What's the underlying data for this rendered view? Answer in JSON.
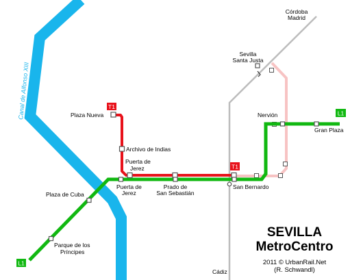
{
  "colors": {
    "canal": "#19b5ec",
    "line_l1": "#11b811",
    "line_t1": "#e8121b",
    "line_t1_planned": "#f7c3c3",
    "rail": "#bcbcbc",
    "station_fill": "#ffffff"
  },
  "canal_label": "Canal de Alfonso XIII",
  "badges": {
    "t1_north": "T1",
    "t1_east": "T1",
    "l1_east": "L1",
    "l1_west": "L1"
  },
  "stations": {
    "plaza_nueva": "Plaza Nueva",
    "archivo_de_indias": "Archivo de Indias",
    "puerta_de_jerez_t1": [
      "Puerta de",
      "Jerez"
    ],
    "puerta_de_jerez_l1": [
      "Puerta de",
      "Jerez"
    ],
    "prado_de_san_sebastian": [
      "Prado de",
      "San Sebastián"
    ],
    "san_bernardo": "San Bernardo",
    "nervion": "Nervión",
    "gran_plaza": "Gran Plaza",
    "plaza_de_cuba": "Plaza de Cuba",
    "parque_de_los_principes": [
      "Parque de los",
      "Príncipes"
    ],
    "sevilla_santa_justa": [
      "Sevilla",
      "Santa Justa"
    ],
    "cordoba_madrid": [
      "Córdoba",
      "Madrid"
    ],
    "cadiz": "Cádiz"
  },
  "title": {
    "line1": "SEVILLA",
    "line2": "MetroCentro"
  },
  "credits": {
    "line1": "2011 © UrbanRail.Net",
    "line2": "(R. Schwandl)"
  }
}
